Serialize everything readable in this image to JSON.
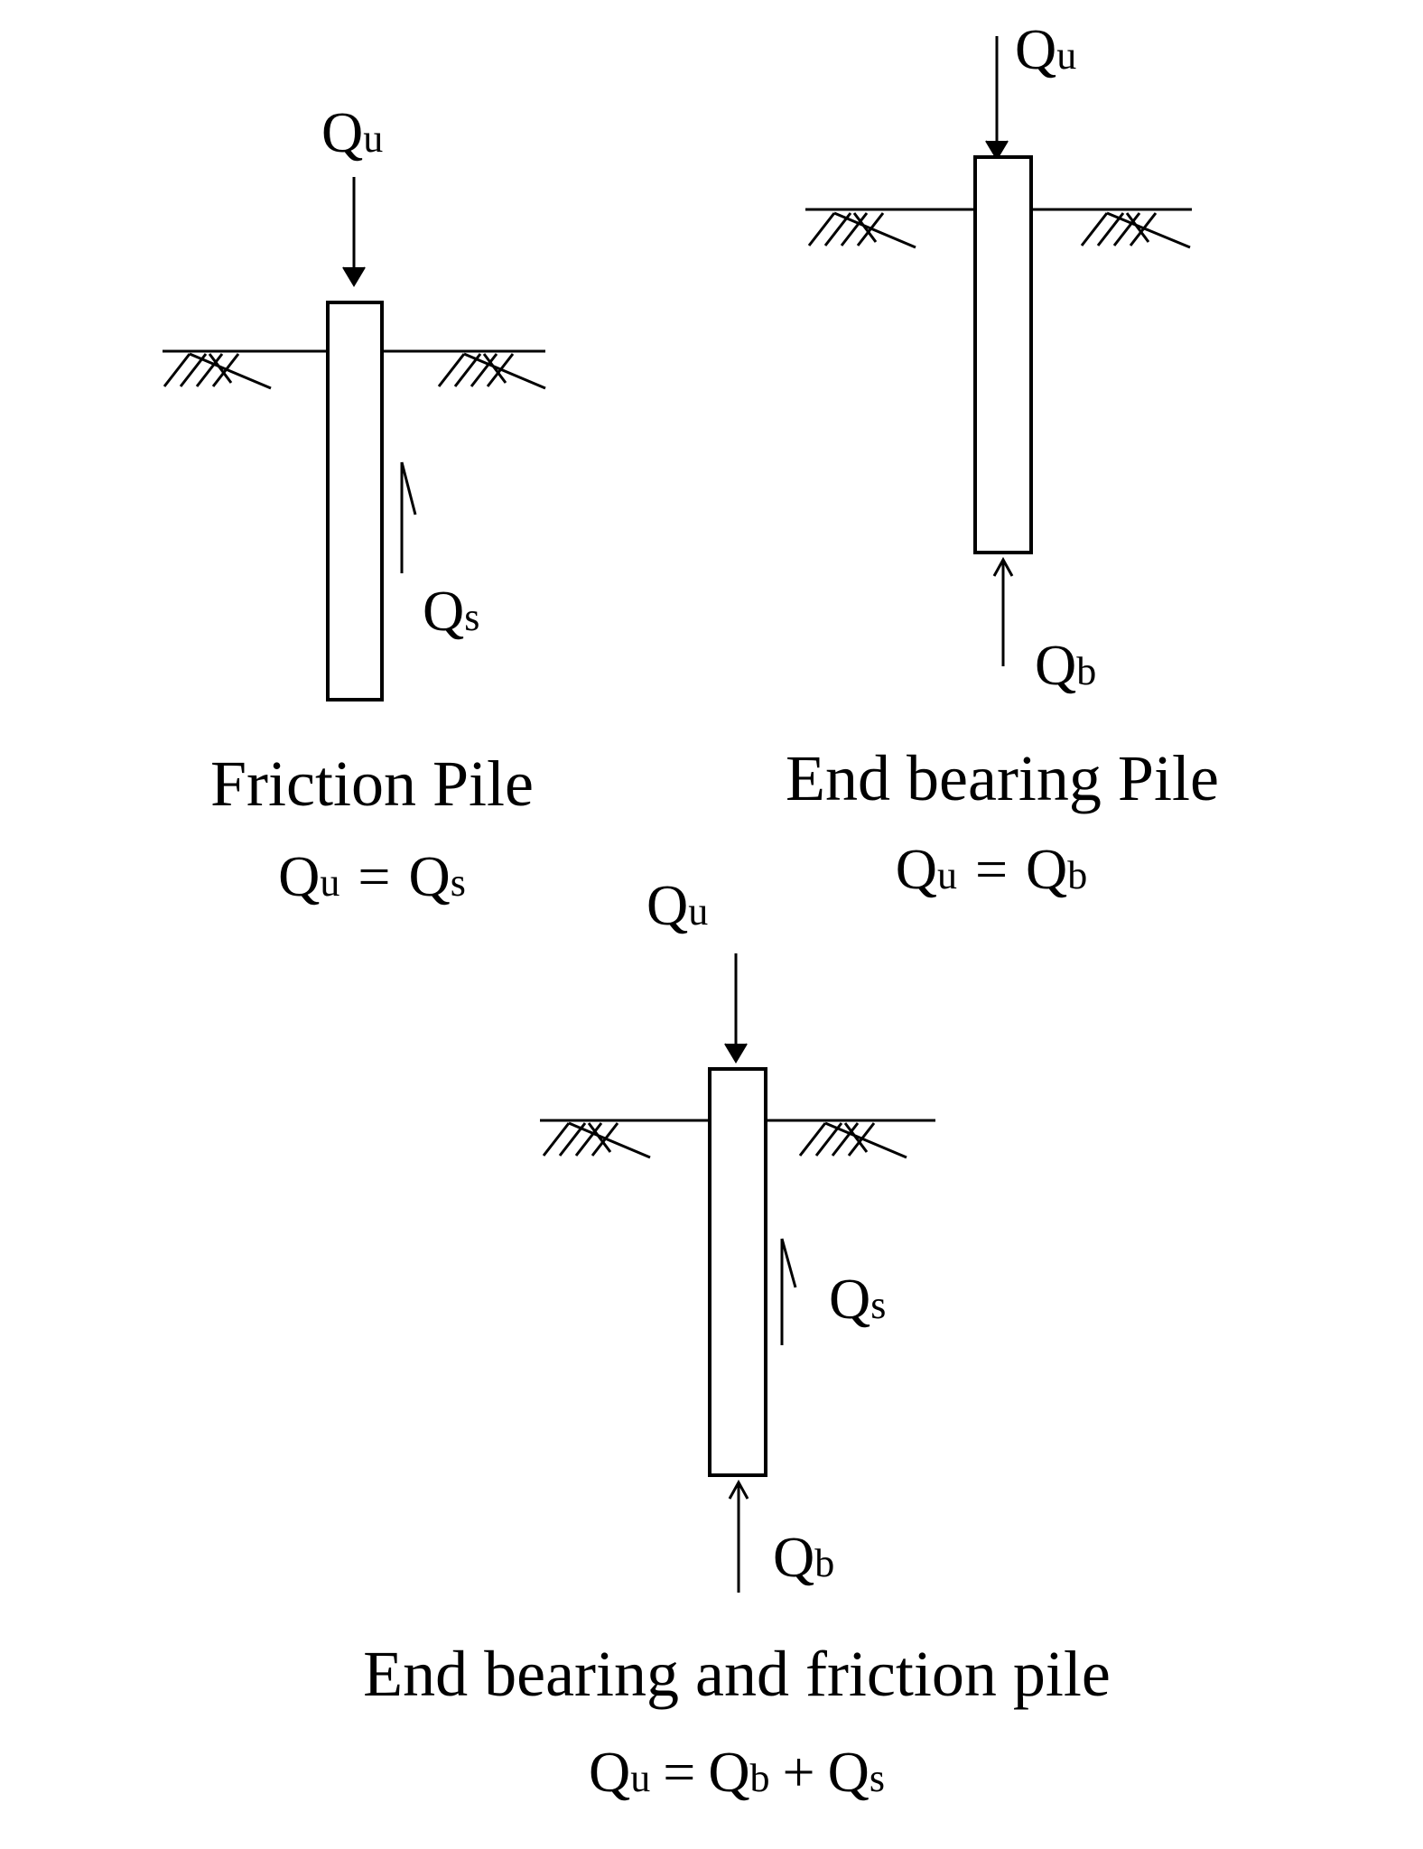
{
  "piles": [
    {
      "title": "Friction Pile",
      "equation": "Qu = Qs",
      "forces": {
        "top": {
          "q": "Q",
          "sub": "u"
        },
        "shaft": {
          "q": "Q",
          "sub": "s"
        }
      },
      "eq_parts": [
        {
          "q": "Q",
          "sub": "u"
        },
        {
          "op": "="
        },
        {
          "q": "Q",
          "sub": "s"
        }
      ]
    },
    {
      "title": "End bearing Pile",
      "equation": "Qu = Qb",
      "forces": {
        "top": {
          "q": "Q",
          "sub": "u"
        },
        "base": {
          "q": "Q",
          "sub": "b"
        }
      },
      "eq_parts": [
        {
          "q": "Q",
          "sub": "u"
        },
        {
          "op": "="
        },
        {
          "q": "Q",
          "sub": "b"
        }
      ]
    },
    {
      "title": "End bearing and friction pile",
      "equation": "Qu = Qb + Qs",
      "forces": {
        "top": {
          "q": "Q",
          "sub": "u"
        },
        "shaft": {
          "q": "Q",
          "sub": "s"
        },
        "base": {
          "q": "Q",
          "sub": "b"
        }
      },
      "eq_parts": [
        {
          "q": "Q",
          "sub": "u"
        },
        {
          "op": "="
        },
        {
          "q": "Q",
          "sub": "b"
        },
        {
          "op": "+"
        },
        {
          "q": "Q",
          "sub": "s"
        }
      ]
    }
  ]
}
